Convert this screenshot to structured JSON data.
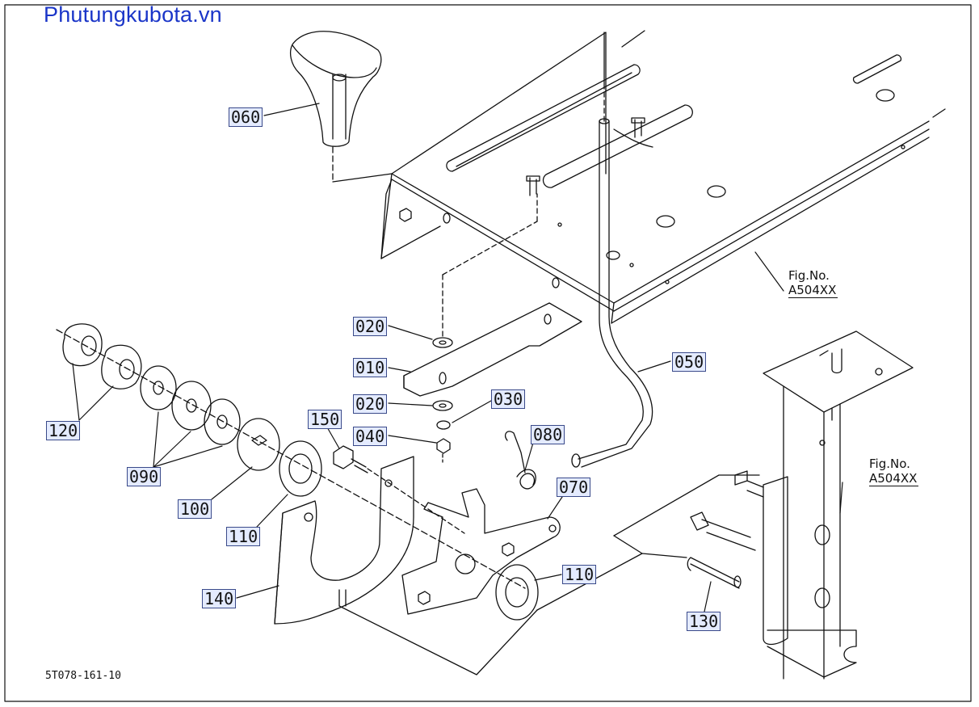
{
  "site": {
    "title": "Phutungkubota.vn"
  },
  "diagram": {
    "code": "5T078-161-10"
  },
  "fig_refs": [
    {
      "line1": "Fig.No.",
      "line2": "A504XX"
    },
    {
      "line1": "Fig.No.",
      "line2": "A504XX"
    }
  ],
  "parts": [
    {
      "id": "060"
    },
    {
      "id": "020"
    },
    {
      "id": "010"
    },
    {
      "id": "020"
    },
    {
      "id": "030"
    },
    {
      "id": "040"
    },
    {
      "id": "050"
    },
    {
      "id": "080"
    },
    {
      "id": "070"
    },
    {
      "id": "110"
    },
    {
      "id": "150"
    },
    {
      "id": "120"
    },
    {
      "id": "090"
    },
    {
      "id": "100"
    },
    {
      "id": "110"
    },
    {
      "id": "140"
    },
    {
      "id": "130"
    }
  ]
}
